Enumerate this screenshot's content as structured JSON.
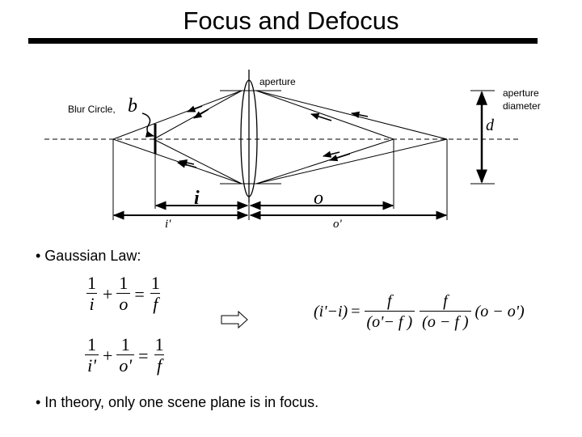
{
  "slide": {
    "title": "Focus and Defocus"
  },
  "diagram": {
    "labels": {
      "aperture": "aperture",
      "aperture_diameter_line1": "aperture",
      "aperture_diameter_line2": "diameter",
      "blur_circle": "Blur Circle,",
      "blur_symbol": "b",
      "diameter_symbol": "d",
      "i": "i",
      "o": "o",
      "i_prime": "i'",
      "o_prime": "o'"
    }
  },
  "bullets": [
    {
      "text": "• Gaussian Law:"
    },
    {
      "text": "• In theory, only one scene plane is in focus."
    }
  ],
  "equations": {
    "eq1": {
      "t1_num": "1",
      "t1_den": "i",
      "plus": "+",
      "t2_num": "1",
      "t2_den": "o",
      "eq": "=",
      "t3_num": "1",
      "t3_den": "f"
    },
    "eq2": {
      "t1_num": "1",
      "t1_den": "i'",
      "plus": "+",
      "t2_num": "1",
      "t2_den": "o'",
      "eq": "=",
      "t3_num": "1",
      "t3_den": "f"
    },
    "implies_icon": "hollow-right-arrow",
    "result": {
      "lhs": "(i'−i)",
      "eq": "=",
      "f1_num": "f",
      "f1_den": "(o'− f )",
      "f2_num": "f",
      "f2_den": "(o − f )",
      "rhs": "(o − o')"
    }
  }
}
